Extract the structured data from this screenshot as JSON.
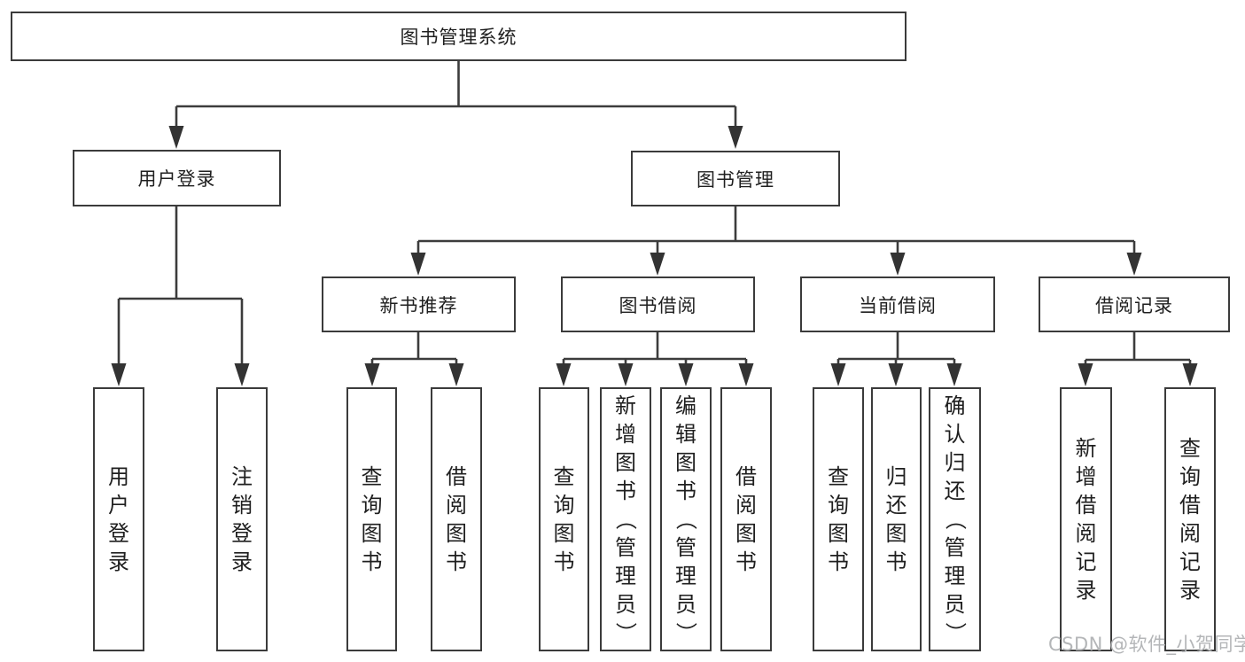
{
  "tree": {
    "root": {
      "label": "图书管理系统"
    },
    "branches": [
      {
        "label": "用户登录",
        "children": [
          {
            "label": "用户登录"
          },
          {
            "label": "注销登录"
          }
        ]
      },
      {
        "label": "图书管理",
        "children": [
          {
            "label": "新书推荐",
            "children": [
              {
                "label": "查询图书"
              },
              {
                "label": "借阅图书"
              }
            ]
          },
          {
            "label": "图书借阅",
            "children": [
              {
                "label": "查询图书"
              },
              {
                "label": "新增图书（管理员）"
              },
              {
                "label": "编辑图书（管理员）"
              },
              {
                "label": "借阅图书"
              }
            ]
          },
          {
            "label": "当前借阅",
            "children": [
              {
                "label": "查询图书"
              },
              {
                "label": "归还图书"
              },
              {
                "label": "确认归还（管理员）"
              }
            ]
          },
          {
            "label": "借阅记录",
            "children": [
              {
                "label": "新增借阅记录"
              },
              {
                "label": "查询借阅记录"
              }
            ]
          }
        ]
      }
    ]
  },
  "watermark": "CSDN @软件_小贺同学",
  "colors": {
    "line": "#3c3c3c",
    "text": "#1f1f1f",
    "watermark": "#b4b6b8",
    "background": "#ffffff"
  }
}
